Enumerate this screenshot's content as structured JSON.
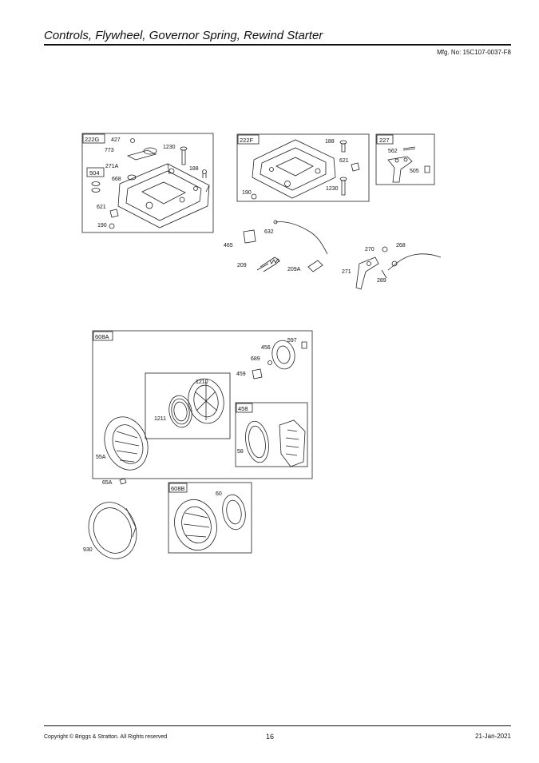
{
  "header": {
    "title": "Controls, Flywheel, Governor Spring, Rewind Starter",
    "mfg_no": "Mfg. No: 15C107-0037-F8"
  },
  "groups": {
    "g222G": "222G",
    "g504": "504",
    "g222F": "222F",
    "g227": "227",
    "g608A": "608A",
    "g458": "458",
    "g608B": "608B"
  },
  "parts": {
    "p427": "427",
    "p773": "773",
    "p1230a": "1230",
    "p271A": "271A",
    "p188a": "188",
    "p668": "668",
    "p621a": "621",
    "p190a": "190",
    "p188b": "188",
    "p621b": "621",
    "p190b": "190",
    "p1230b": "1230",
    "p562": "562",
    "p505": "505",
    "p632": "632",
    "p465": "465",
    "p209": "209",
    "p209A": "209A",
    "p270": "270",
    "p268": "268",
    "p271": "271",
    "p289": "289",
    "p597": "597",
    "p456": "456",
    "p689": "689",
    "p459": "459",
    "p1210": "1210",
    "p1211": "1211",
    "p55A": "55A",
    "p58": "58",
    "p65A": "65A",
    "p930": "930",
    "p60": "60"
  },
  "footer": {
    "copyright": "Copyright © Briggs & Stratton. All Rights reserved",
    "page": "16",
    "date": "21-Jan-2021"
  }
}
